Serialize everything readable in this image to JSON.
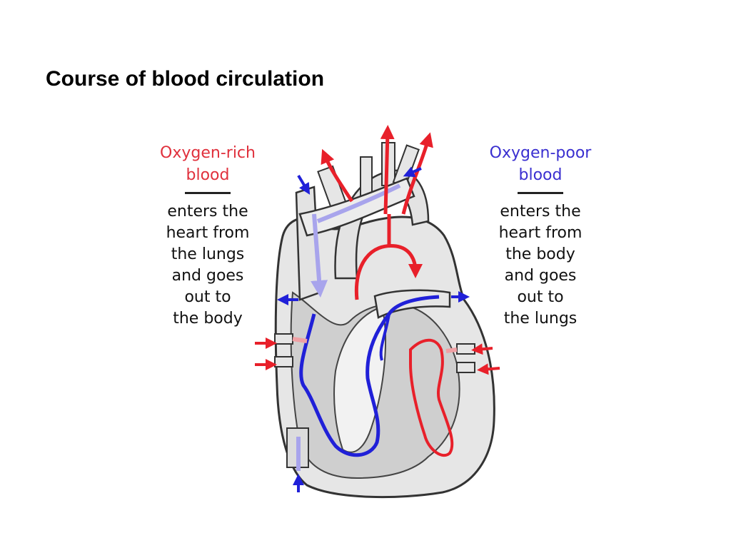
{
  "title": "Course of blood circulation",
  "legend_rich": {
    "heading_lines": [
      "Oxygen-rich",
      "blood"
    ],
    "desc_lines": [
      "enters the",
      "heart from",
      "the lungs",
      "and goes",
      "out to",
      "the body"
    ],
    "color": "#e0303c"
  },
  "legend_poor": {
    "heading_lines": [
      "Oxygen-poor",
      "blood"
    ],
    "desc_lines": [
      "enters the",
      "heart from",
      "the body",
      "and goes",
      "out to",
      "the lungs"
    ],
    "color": "#3a2fd0"
  },
  "colors": {
    "oxygen_rich_path": "#e8202a",
    "oxygen_poor_path": "#2020d8",
    "heart_outline": "#333333",
    "heart_fill": "#dcdcdc"
  }
}
